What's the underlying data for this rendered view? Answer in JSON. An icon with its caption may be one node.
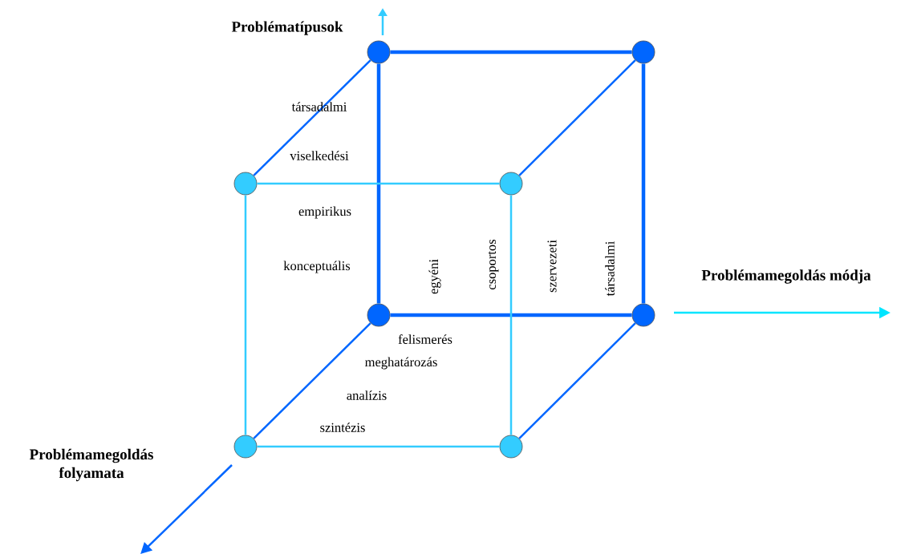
{
  "diagram": {
    "nodes": [
      {
        "text": [],
        "shape": "circle"
      },
      {
        "text": [],
        "shape": "circle"
      },
      {
        "text": [],
        "shape": "circle"
      },
      {
        "text": [],
        "shape": "circle"
      },
      {
        "text": [],
        "shape": "circle"
      },
      {
        "text": [],
        "shape": "circle"
      },
      {
        "text": [],
        "shape": "circle"
      },
      {
        "text": [],
        "shape": "circle"
      }
    ],
    "edges": [
      {
        "from": 0,
        "to": 1,
        "arrow": "none",
        "style": "thick"
      },
      {
        "from": 0,
        "to": 4,
        "arrow": "none",
        "style": "thick"
      },
      {
        "from": 1,
        "to": 5,
        "arrow": "none",
        "style": "thick"
      },
      {
        "from": 4,
        "to": 5,
        "arrow": "none",
        "style": "thick"
      },
      {
        "from": 0,
        "to": 2,
        "arrow": "none"
      },
      {
        "from": 1,
        "to": 3,
        "arrow": "none"
      },
      {
        "from": 4,
        "to": 6,
        "arrow": "none"
      },
      {
        "from": 5,
        "to": 7,
        "arrow": "none"
      },
      {
        "from": 2,
        "to": 3,
        "arrow": "none",
        "color": "#33ccff"
      },
      {
        "from": 2,
        "to": 6,
        "arrow": "none",
        "color": "#33ccff"
      },
      {
        "from": 3,
        "to": 7,
        "arrow": "none",
        "color": "#33ccff"
      },
      {
        "from": 6,
        "to": 7,
        "arrow": "none",
        "color": "#33ccff"
      }
    ],
    "labels": [
      "Problématípusok",
      "társadalmi",
      "viselkedési",
      "empirikus",
      "konceptuális",
      "egyéni",
      "csoportos",
      "szervezeti",
      "társadalmi",
      "Problémamegoldás módja",
      "felismerés",
      "meghatározás",
      "analízis",
      "szintézis",
      "Problémamegoldás folyamata"
    ]
  }
}
